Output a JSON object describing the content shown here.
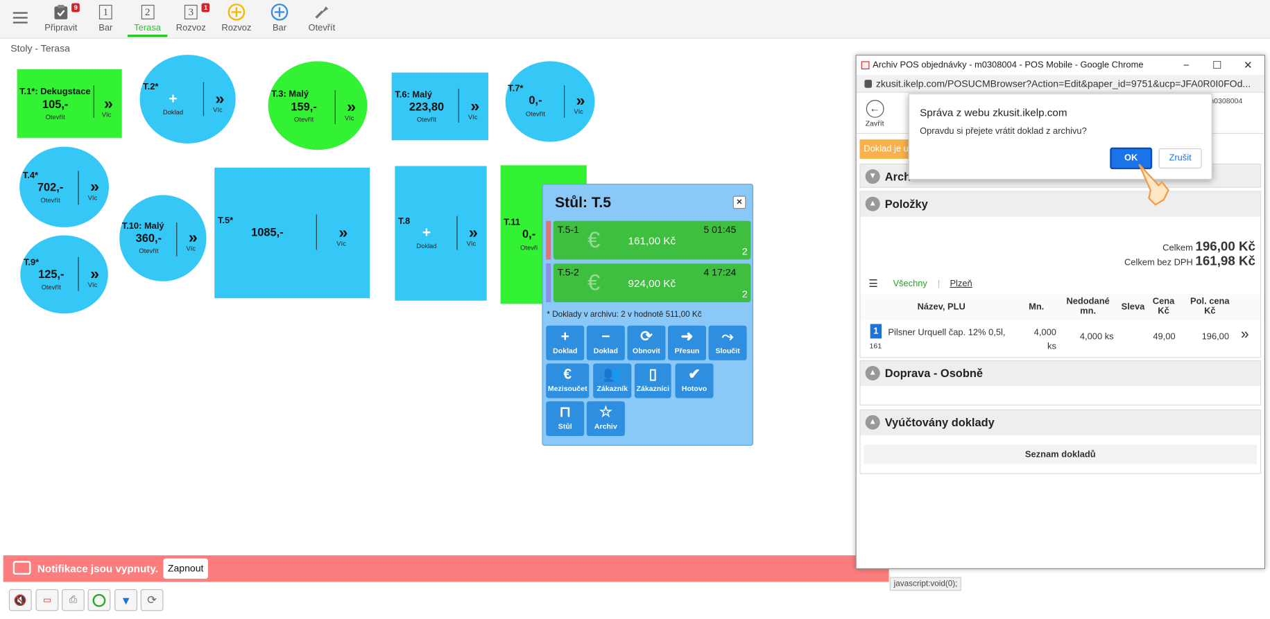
{
  "toolbar": {
    "items": [
      {
        "label": "Připravit",
        "badge": "9",
        "icon": "clipboard-check-icon"
      },
      {
        "label": "Bar",
        "num": "1"
      },
      {
        "label": "Terasa",
        "num": "2",
        "active": true
      },
      {
        "label": "Rozvoz",
        "num": "3",
        "badge": "1"
      },
      {
        "label": "Rozvoz",
        "icon": "plus-circle-yellow-icon"
      },
      {
        "label": "Bar",
        "icon": "plus-circle-blue-icon"
      },
      {
        "label": "Otevřít",
        "icon": "open-tool-icon"
      }
    ]
  },
  "breadcrumb": "Stoly - Terasa",
  "tables": [
    {
      "name": "T.1*: Dekugstace",
      "amount": "105,-",
      "status": "Otevřít",
      "more": "Víc",
      "color": "#33f233"
    },
    {
      "name": "T.2*",
      "action": "Doklad",
      "more": "Víc",
      "color": "#35c7f5"
    },
    {
      "name": "T.3: Malý",
      "amount": "159,-",
      "status": "Otevřít",
      "more": "Víc",
      "color": "#33f233"
    },
    {
      "name": "T.6: Malý",
      "amount": "223,80",
      "status": "Otevřít",
      "more": "Víc",
      "color": "#35c7f5"
    },
    {
      "name": "T.7*",
      "amount": "0,-",
      "status": "Otevřít",
      "more": "Víc",
      "color": "#35c7f5"
    },
    {
      "name": "T.4*",
      "amount": "702,-",
      "status": "Otevřít",
      "more": "Víc",
      "color": "#35c7f5"
    },
    {
      "name": "T.10: Malý",
      "amount": "360,-",
      "status": "Otevřít",
      "more": "Víc",
      "color": "#35c7f5"
    },
    {
      "name": "T.5*",
      "amount": "1085,-",
      "more": "Víc",
      "color": "#35c7f5"
    },
    {
      "name": "T.8",
      "action": "Doklad",
      "more": "Víc",
      "color": "#35c7f5"
    },
    {
      "name": "T.11",
      "amount": "0,-",
      "status": "Otevři",
      "color": "#33f233"
    },
    {
      "name": "T.9*",
      "amount": "125,-",
      "status": "Otevřít",
      "more": "Víc",
      "color": "#35c7f5"
    }
  ],
  "popup": {
    "title": "Stůl: T.5",
    "close": "×",
    "orders": [
      {
        "id": "T.5-1",
        "time": "5 01:45",
        "amount": "161,00 Kč",
        "count": "2",
        "stripe": "#e57373"
      },
      {
        "id": "T.5-2",
        "time": "4 17:24",
        "amount": "924,00 Kč",
        "count": "2",
        "stripe": "#8e8ee8"
      }
    ],
    "archive_note": "* Doklady v archivu: 2 v hodnotě 511,00 Kč",
    "buttons": [
      {
        "label": "Doklad",
        "glyph": "+"
      },
      {
        "label": "Doklad",
        "glyph": "−"
      },
      {
        "label": "Obnovit",
        "glyph": "⟳"
      },
      {
        "label": "Přesun",
        "glyph": "➜"
      },
      {
        "label": "Sloučit",
        "glyph": "⤳"
      },
      {
        "label": "Mezisoučet",
        "glyph": "€"
      },
      {
        "label": "Zákazník",
        "glyph": "👥"
      },
      {
        "label": "Zákazníci",
        "glyph": "▯"
      },
      {
        "label": "Hotovo",
        "glyph": "✔"
      },
      {
        "label": "Stůl",
        "glyph": "⊓"
      },
      {
        "label": "Archiv",
        "glyph": "☆"
      }
    ]
  },
  "notification": {
    "text": "Notifikace jsou vypnuty.",
    "button": "Zapnout"
  },
  "chrome": {
    "title": "Archiv POS objednávky - m0308004 - POS Mobile - Google Chrome",
    "url": "zkusit.ikelp.com/POSUCMBrowser?Action=Edit&paper_id=9751&ucp=JFA0R0I0FOd...",
    "close_label": "Zavřít",
    "order_ref": "y - m0308004",
    "orange_label": "Doklad je u",
    "sections": {
      "archive": "Arch",
      "items": "Položky",
      "delivery": "Doprava - Osobně",
      "billed": "Vyúčtovány doklady"
    },
    "total_label": "Celkem",
    "total_value": "196,00 Kč",
    "total_novat_label": "Celkem bez DPH",
    "total_novat_value": "161,98 Kč",
    "filter_all": "Všechny",
    "filter_sep": "|",
    "filter_plzen": "Plzeň",
    "columns": [
      "Název, PLU",
      "Mn.",
      "Nedodané mn.",
      "Sleva",
      "Cena Kč",
      "Pol. cena Kč"
    ],
    "row": {
      "qty_badge": "1",
      "plu": "161",
      "name": "Pilsner Urquell čap. 12% 0,5l,",
      "qty": "4,000 ks",
      "undelivered": "4,000  ks",
      "price": "49,00",
      "total": "196,00",
      "more": "»"
    },
    "doc_list": "Seznam dokladů"
  },
  "dialog": {
    "title": "Správa z webu zkusit.ikelp.com",
    "message": "Opravdu si přejete vrátit doklad z archivu?",
    "ok": "OK",
    "cancel": "Zrušit"
  },
  "status_bar": "javascript:void(0);"
}
